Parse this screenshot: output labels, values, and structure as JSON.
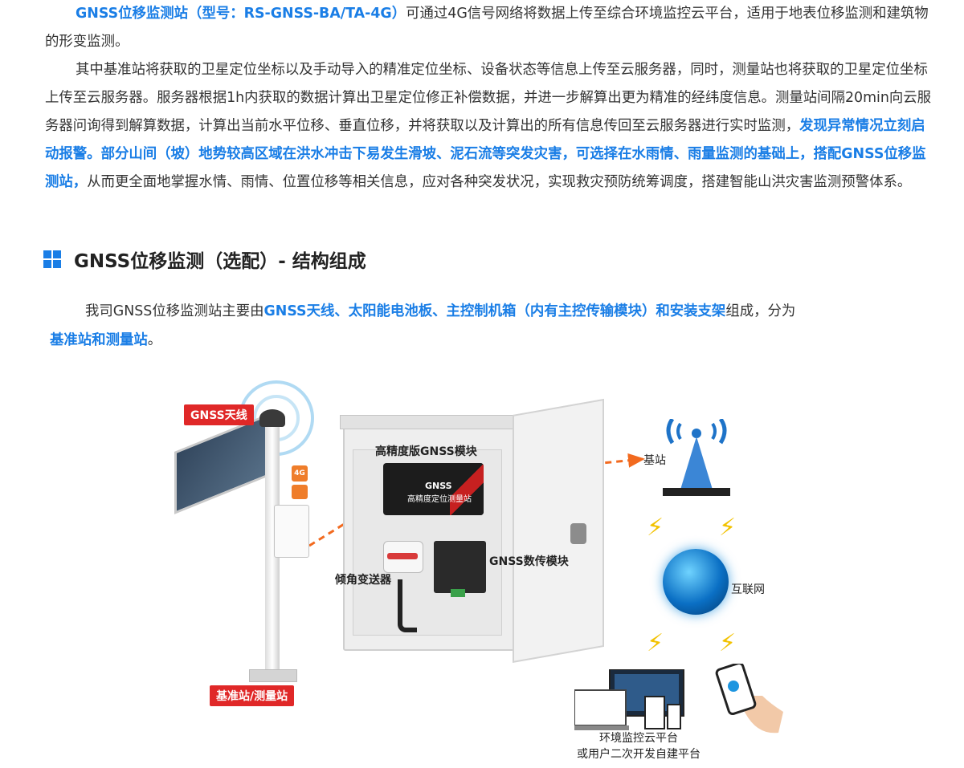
{
  "intro": {
    "p1_highlight": "GNSS位移监测站（型号：RS-GNSS-BA/TA-4G）",
    "p1_text": "可通过4G信号网络将数据上传至综合环境监控云平台，适用于地表位移监测和建筑物的形变监测。",
    "p2_text_a": "其中基准站将获取的卫星定位坐标以及手动导入的精准定位坐标、设备状态等信息上传至云服务器，同时，测量站也将获取的卫星定位坐标上传至云服务器。服务器根据1h内获取的数据计算出卫星定位修正补偿数据，并进一步解算出更为精准的经纬度信息。测量站间隔20min向云服务器问询得到解算数据，计算出当前水平位移、垂直位移，并将获取以及计算出的所有信息传回至云服务器进行实时监测，",
    "p2_highlight": "发现异常情况立刻启动报警。部分山间（坡）地势较高区域在洪水冲击下易发生滑坡、泥石流等突发灾害，可选择在水雨情、雨量监测的基础上，搭配GNSS位移监测站，",
    "p2_text_b": "从而更全面地掌握水情、雨情、位置位移等相关信息，应对各种突发状况，实现救灾预防统筹调度，搭建智能山洪灾害监测预警体系。"
  },
  "section": {
    "title": "GNSS位移监测（选配）- 结构组成"
  },
  "composition": {
    "text_a": "我司GNSS位移监测站主要由",
    "highlight_a": "GNSS天线、太阳能电池板、主控制机箱（内有主控传输模块）和安装支架",
    "text_b": "组成，分为",
    "highlight_b": "基准站和测量站",
    "text_c": "。"
  },
  "diagram": {
    "gnss_antenna_label": "GNSS天线",
    "station_label": "基准站/测量站",
    "gnss_module_label": "高精度版GNSS模块",
    "dtu_label": "GNSS数传模块",
    "tilt_label": "倾角变送器",
    "base_station_label": "基站",
    "internet_label": "互联网",
    "platform_line1": "环境监控云平台",
    "platform_line2": "或用户二次开发自建平台",
    "module_text_main": "GNSS",
    "module_text_sub": "高精度定位测量站",
    "tag_4g": "4G",
    "colors": {
      "accent": "#1a7ee6",
      "label_red": "#e02828",
      "arrow": "#f26a1f"
    }
  }
}
